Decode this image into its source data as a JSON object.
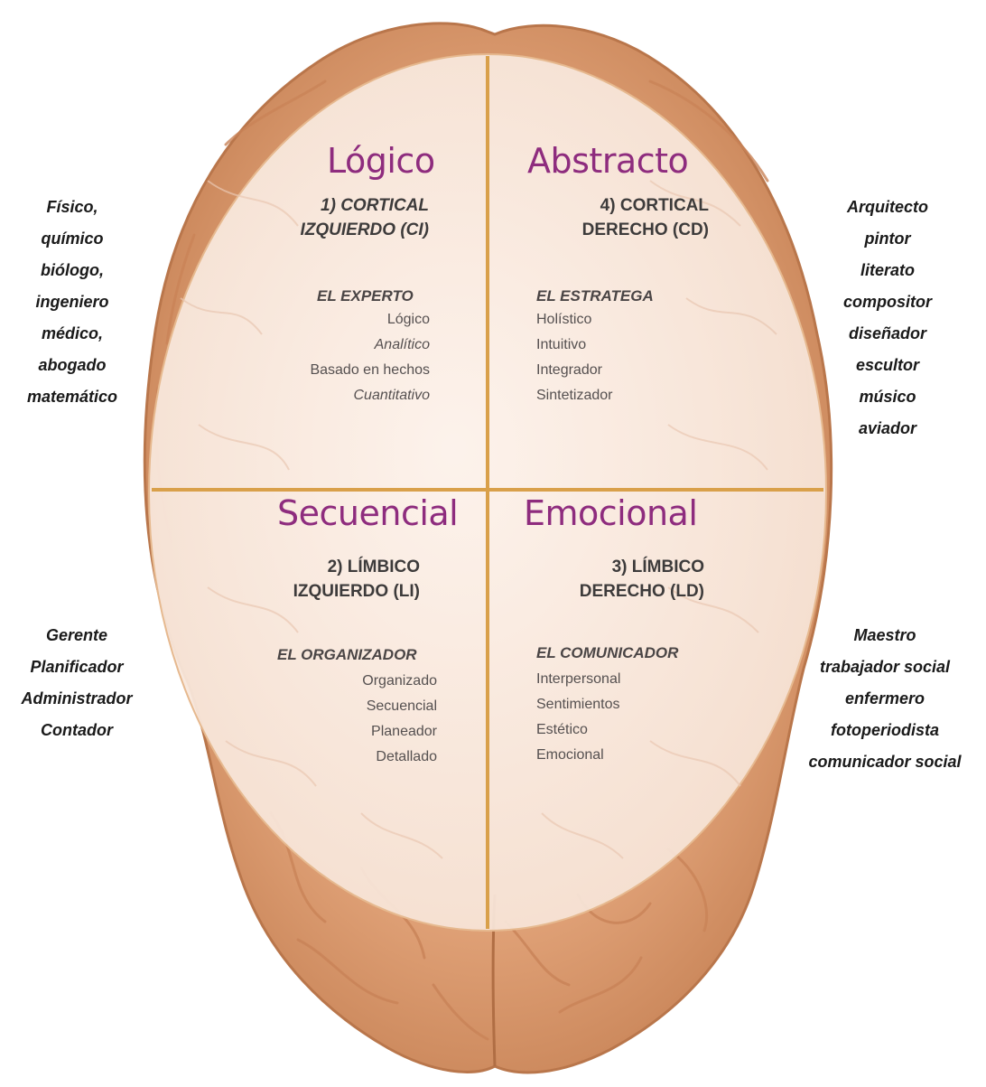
{
  "quadrants": {
    "top_left": {
      "title": "Lógico",
      "region_line1": "1) CORTICAL",
      "region_line2": "IZQUIERDO (CI)",
      "profile": "EL EXPERTO",
      "traits": [
        "Lógico",
        "Analítico",
        "Basado en hechos",
        "Cuantitativo"
      ],
      "occupations": [
        "Físico,",
        "químico",
        "biólogo,",
        "ingeniero",
        "médico,",
        "abogado",
        "matemático"
      ]
    },
    "top_right": {
      "title": "Abstracto",
      "region_line1": "4) CORTICAL",
      "region_line2": "DERECHO (CD)",
      "profile": "EL ESTRATEGA",
      "traits": [
        "Holístico",
        "Intuitivo",
        "Integrador",
        "Sintetizador"
      ],
      "occupations": [
        "Arquitecto",
        "pintor",
        "literato",
        "compositor",
        "diseñador",
        "escultor",
        "músico",
        "aviador"
      ]
    },
    "bottom_left": {
      "title": "Secuencial",
      "region_line1": "2) LÍMBICO",
      "region_line2": "IZQUIERDO (LI)",
      "profile": "EL ORGANIZADOR",
      "traits": [
        "Organizado",
        "Secuencial",
        "Planeador",
        "Detallado"
      ],
      "occupations": [
        "Gerente",
        "Planificador",
        "Administrador",
        "Contador"
      ]
    },
    "bottom_right": {
      "title": "Emocional",
      "region_line1": "3) LÍMBICO",
      "region_line2": "DERECHO (LD)",
      "profile": "EL COMUNICADOR",
      "traits": [
        "Interpersonal",
        "Sentimientos",
        "Estético",
        "Emocional"
      ],
      "occupations": [
        "Maestro",
        "trabajador social",
        "enfermero",
        "fotoperiodista",
        "comunicador social"
      ]
    }
  },
  "colors": {
    "title": "#8e2c7e",
    "divider": "#d9a04a",
    "brain_outer": "#c98a5b",
    "brain_mid": "#e2ac84",
    "overlay": "#fbeee6"
  }
}
